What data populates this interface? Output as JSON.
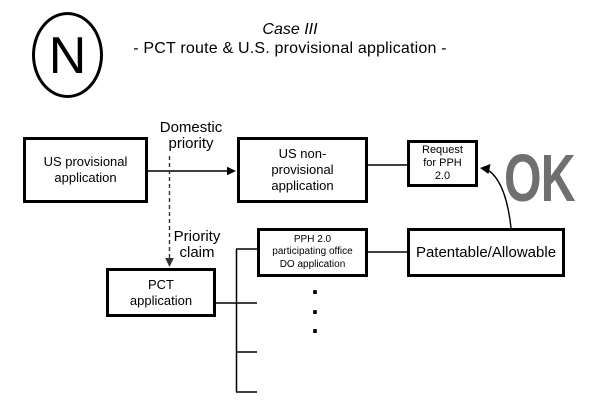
{
  "header": {
    "logo_letter": "N",
    "title": "Case III",
    "subtitle": "- PCT route & U.S. provisional application -"
  },
  "nodes": {
    "us_provisional": "US provisional\napplication",
    "us_nonprovisional": "US non-\nprovisional\napplication",
    "request_pph": "Request\nfor PPH\n2.0",
    "pph_do": "PPH 2.0\nparticipating office\nDO application",
    "patentable": "Patentable/Allowable",
    "pct": "PCT\napplication"
  },
  "edge_labels": {
    "domestic_priority": "Domestic\npriority",
    "priority_claim": "Priority\nclaim"
  },
  "annotations": {
    "ok": "OK",
    "dots": [
      ".",
      ".",
      "."
    ]
  },
  "colors": {
    "ok_gray": "#6f6f6f",
    "line": "#000000",
    "text": "#000000",
    "background": "#ffffff"
  }
}
